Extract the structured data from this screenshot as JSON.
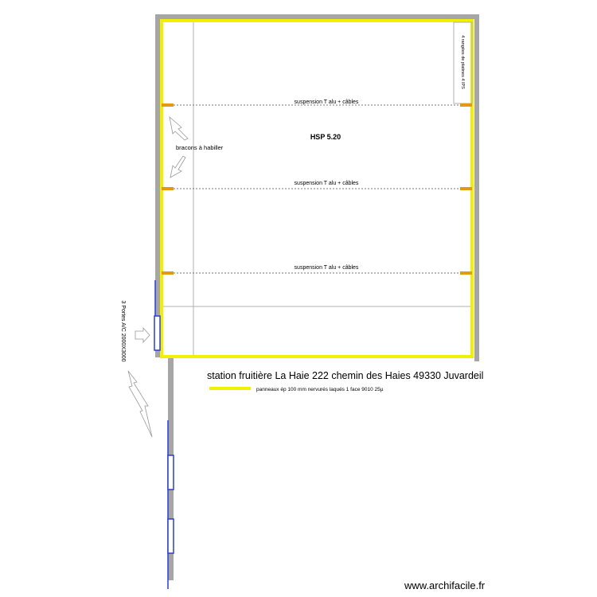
{
  "plan": {
    "title": "station fruitière La Haie 222 chemin des Haies 49330 Juvardeil",
    "ceiling_height": "HSP 5.20",
    "suspension_labels": [
      "suspension T alu + câbles",
      "suspension T alu + câbles",
      "suspension T alu + câbles"
    ],
    "bracing_label": "bracons à habiller",
    "plates_label": "4 rangées de platines 4 IPS",
    "doors_label": "3 Portes A/C 2000X3000",
    "legend": {
      "panel_label": "panneaux ép 100 mm nervurés laqués 1 face 9010 25µ",
      "panel_color": "#f0f000"
    },
    "colors": {
      "wall": "#a6a6a6",
      "panel": "#f0f000",
      "suspension_marker": "#e39a12",
      "door": "#2a3fd0"
    }
  },
  "watermark": "www.archifacile.fr"
}
